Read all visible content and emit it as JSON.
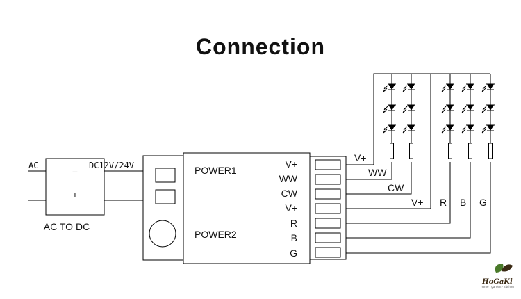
{
  "title": "Connection",
  "ac_input_label": "AC",
  "converter": {
    "name": "AC TO DC",
    "minus": "−",
    "plus": "+"
  },
  "dc_label": "DC12V/24V",
  "controller": {
    "power1": "POWER1",
    "power2": "POWER2",
    "terminals": [
      "V+",
      "WW",
      "CW",
      "V+",
      "R",
      "B",
      "G"
    ]
  },
  "wire_labels": {
    "v_plus_1": "V+",
    "ww": "WW",
    "cw": "CW",
    "v_plus_2": "V+",
    "r": "R",
    "b": "B",
    "g": "G"
  },
  "logo": {
    "text": "HoGaKi",
    "tagline": "home · garden · kitchen"
  },
  "colors": {
    "line": "#000000",
    "logo_green": "#4a7a2a",
    "logo_brown": "#3b2a14"
  }
}
